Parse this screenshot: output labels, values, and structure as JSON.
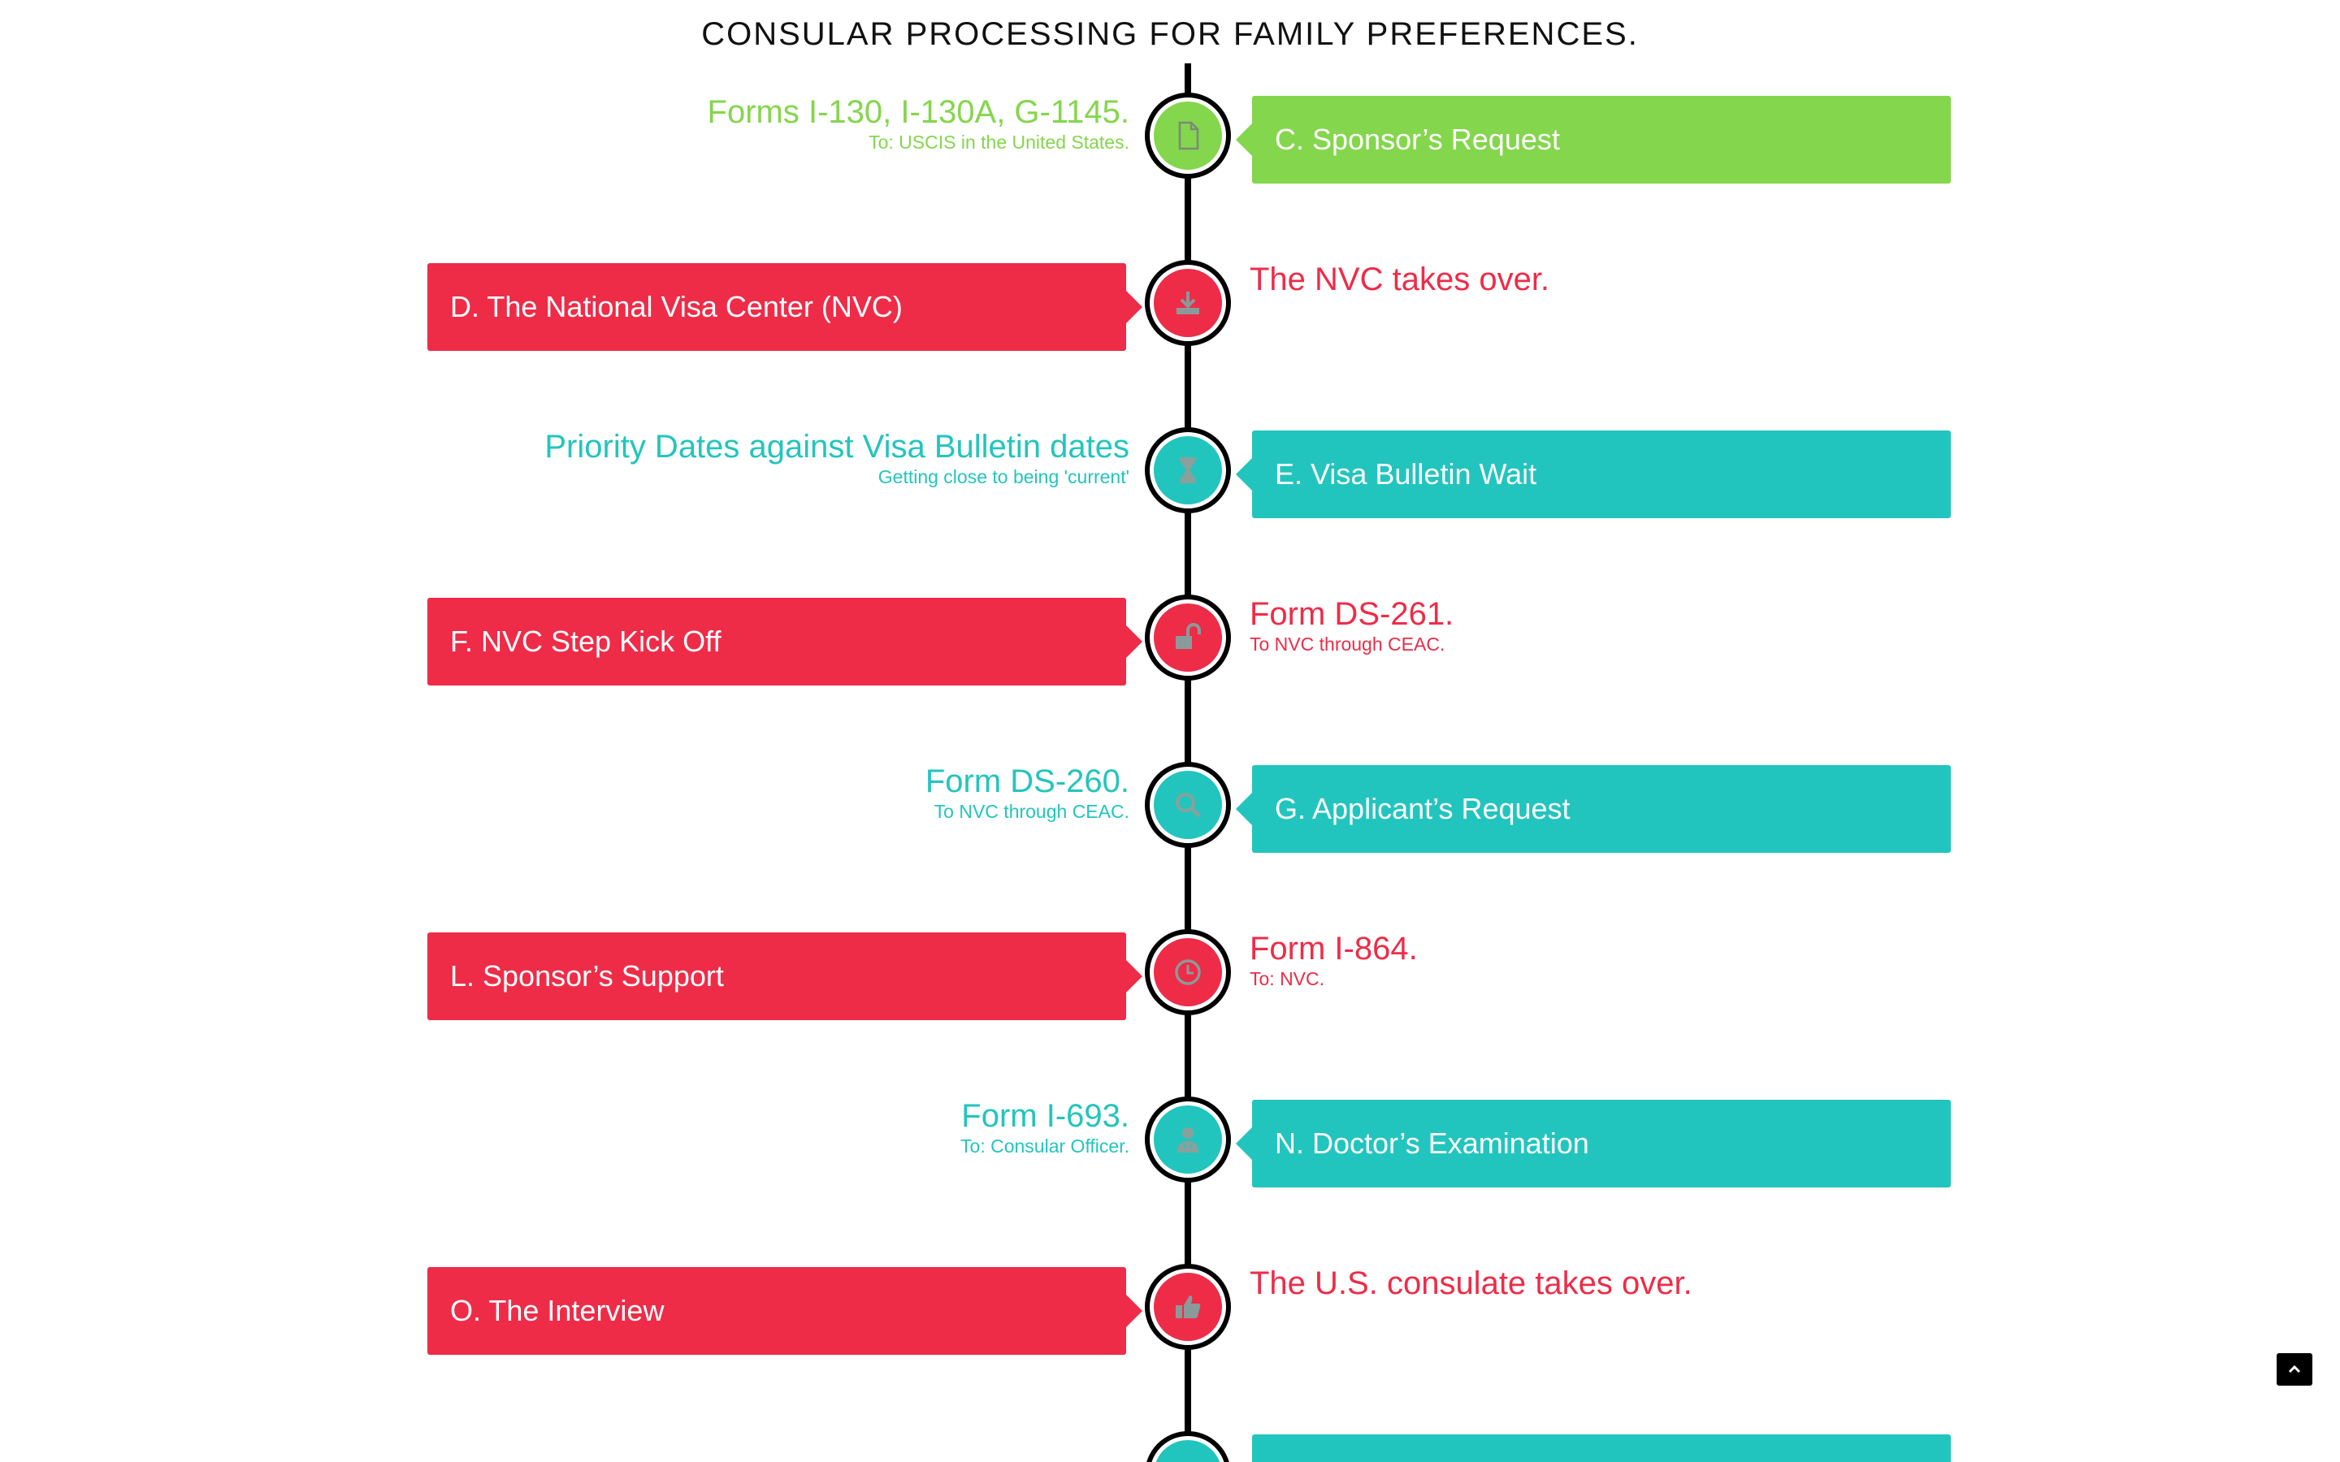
{
  "page": {
    "title": "CONSULAR PROCESSING FOR FAMILY PREFERENCES."
  },
  "colors": {
    "green": "#84d64c",
    "red": "#ee2c48",
    "teal": "#22c5bd",
    "axis": "#000000"
  },
  "timeline": [
    {
      "color": "green",
      "panel_side": "right",
      "icon": "document-icon",
      "panel_label": "C. Sponsor’s Request",
      "info_title": "Forms I-130, I-130A, G-1145.",
      "info_subtitle": "To: USCIS in the United States."
    },
    {
      "color": "red",
      "panel_side": "left",
      "icon": "download-icon",
      "panel_label": "D. The National Visa Center (NVC)",
      "info_title": "The NVC takes over.",
      "info_subtitle": ""
    },
    {
      "color": "teal",
      "panel_side": "right",
      "icon": "hourglass-icon",
      "panel_label": "E. Visa Bulletin Wait",
      "info_title": "Priority Dates against Visa Bulletin dates",
      "info_subtitle": "Getting close to being 'current'"
    },
    {
      "color": "red",
      "panel_side": "left",
      "icon": "unlock-icon",
      "panel_label": "F. NVC Step Kick Off",
      "info_title": "Form DS-261.",
      "info_subtitle": "To NVC through CEAC."
    },
    {
      "color": "teal",
      "panel_side": "right",
      "icon": "search-icon",
      "panel_label": "G. Applicant’s Request",
      "info_title": "Form DS-260.",
      "info_subtitle": "To NVC through CEAC."
    },
    {
      "color": "red",
      "panel_side": "left",
      "icon": "clock-icon",
      "panel_label": "L. Sponsor’s Support",
      "info_title": "Form I-864.",
      "info_subtitle": "To: NVC."
    },
    {
      "color": "teal",
      "panel_side": "right",
      "icon": "doctor-icon",
      "panel_label": "N. Doctor’s Examination",
      "info_title": "Form I-693.",
      "info_subtitle": "To: Consular Officer."
    },
    {
      "color": "red",
      "panel_side": "left",
      "icon": "thumbs-up-icon",
      "panel_label": "O. The Interview",
      "info_title": "The U.S. consulate takes over.",
      "info_subtitle": ""
    },
    {
      "color": "teal",
      "panel_side": "right",
      "icon": "",
      "panel_label": "",
      "info_title": "",
      "info_subtitle": ""
    }
  ],
  "scroll_top": {
    "icon": "chevron-up-icon"
  }
}
